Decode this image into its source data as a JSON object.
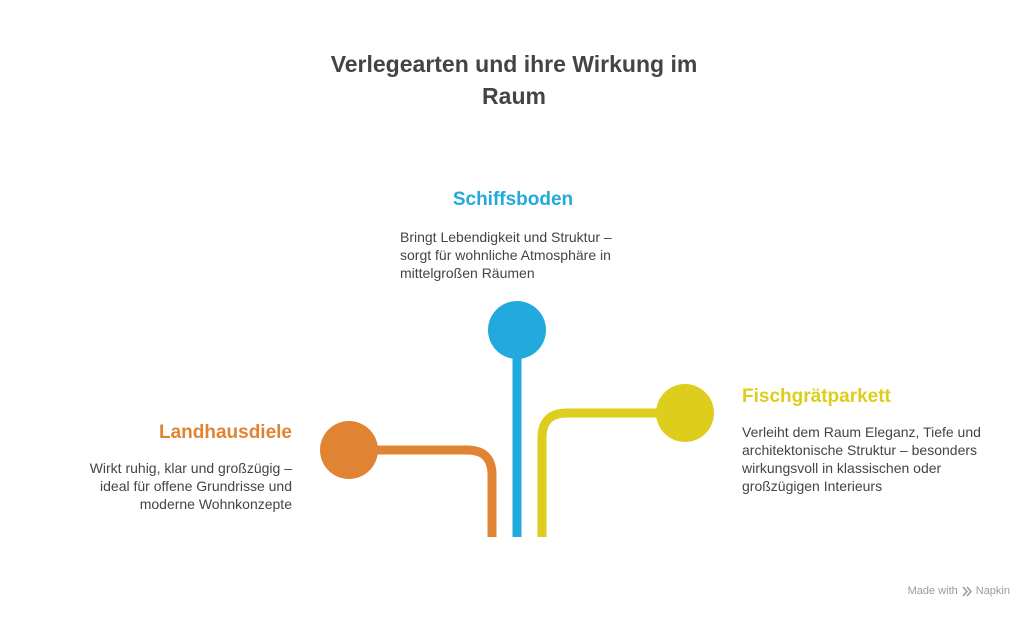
{
  "title": "Verlegearten und ihre Wirkung im Raum",
  "colors": {
    "schiffsboden": "#22a9dd",
    "landhausdiele": "#e08434",
    "fischgraetparkett": "#ddcd1c",
    "text": "#444444"
  },
  "items": [
    {
      "heading": "Schiffsboden",
      "description": "Bringt Lebendigkeit und Struktur – sorgt für wohnliche Atmosphäre in mittelgroßen Räumen"
    },
    {
      "heading": "Landhausdiele",
      "description": "Wirkt ruhig, klar und großzügig – ideal für offene Grundrisse und moderne Wohnkonzepte"
    },
    {
      "heading": "Fischgrätparkett",
      "description": "Verleiht dem Raum Eleganz, Tiefe und architektonische Struktur – besonders wirkungsvoll in klassischen oder großzügigen Interieurs"
    }
  ],
  "footer": {
    "made_with": "Made with",
    "brand": "Napkin"
  }
}
